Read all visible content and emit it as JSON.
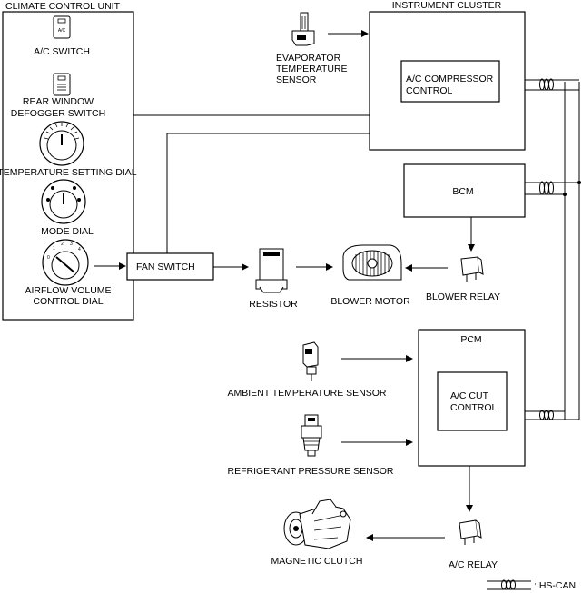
{
  "climate_unit": {
    "title": "CLIMATE CONTROL UNIT",
    "ac_switch": "A/C SWITCH",
    "ac_icon_text": "A/C",
    "rear_window_line1": "REAR WINDOW",
    "rear_window_line2": "DEFOGGER SWITCH",
    "temp_dial": "TEMPERATURE SETTING DIAL",
    "mode_dial": "MODE DIAL",
    "airflow_line1": "AIRFLOW VOLUME",
    "airflow_line2": "CONTROL DIAL"
  },
  "instrument_cluster": {
    "title": "INSTRUMENT CLUSTER",
    "ac_comp_line1": "A/C COMPRESSOR",
    "ac_comp_line2": "CONTROL"
  },
  "evap_sensor": {
    "line1": "EVAPORATOR",
    "line2": "TEMPERATURE",
    "line3": "SENSOR"
  },
  "bcm": {
    "label": "BCM"
  },
  "fan_switch": {
    "label": "FAN SWITCH"
  },
  "resistor": {
    "label": "RESISTOR"
  },
  "blower_motor": {
    "label": "BLOWER MOTOR"
  },
  "blower_relay": {
    "label": "BLOWER RELAY"
  },
  "pcm": {
    "title": "PCM",
    "ac_cut_line1": "A/C CUT",
    "ac_cut_line2": "CONTROL"
  },
  "ambient_sensor": {
    "label": "AMBIENT TEMPERATURE SENSOR"
  },
  "refrigerant_sensor": {
    "label": "REFRIGERANT PRESSURE SENSOR"
  },
  "magnetic_clutch": {
    "label": "MAGNETIC CLUTCH"
  },
  "ac_relay": {
    "label": "A/C RELAY"
  },
  "legend": {
    "hs_can": ": HS-CAN"
  }
}
